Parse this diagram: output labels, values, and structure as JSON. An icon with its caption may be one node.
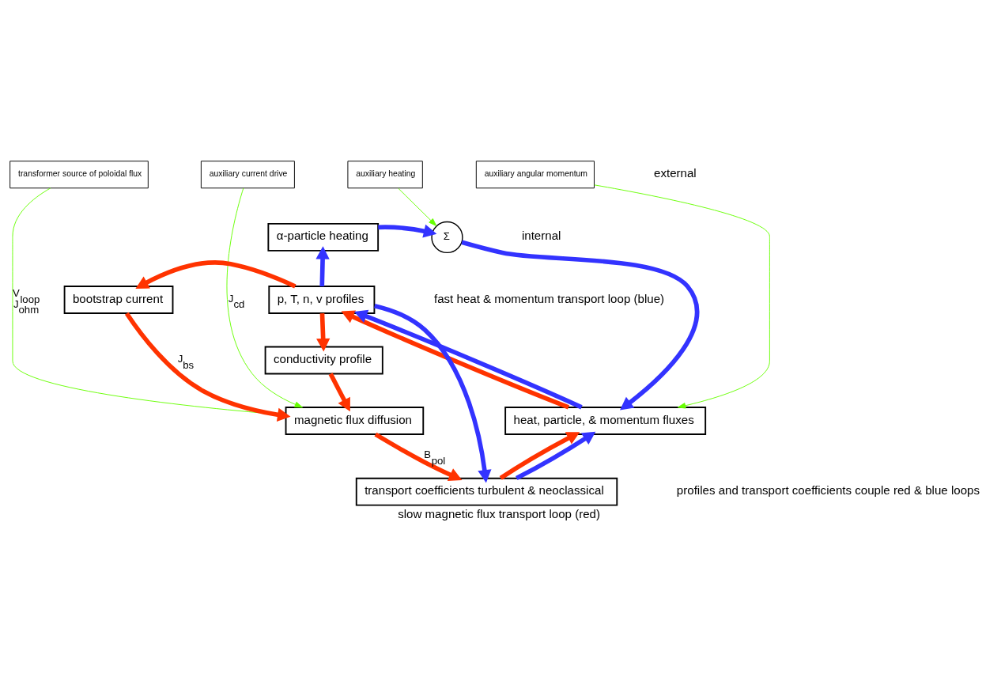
{
  "diagram": {
    "caption": "slow magnetic flux transport loop (red)",
    "nodes": [
      {
        "text": [
          "transformer source of poloidal flux"
        ]
      },
      {
        "text": [
          "auxiliary current drive"
        ]
      },
      {
        "text": [
          "auxiliary heating"
        ]
      },
      {
        "text": [
          "auxiliary angular momentum"
        ]
      },
      {
        "text": [
          "α-particle heating"
        ]
      },
      {
        "text": [
          "Σ"
        ]
      },
      {
        "text": [
          "bootstrap current"
        ]
      },
      {
        "text": [
          "p, T, n, v profiles"
        ]
      },
      {
        "text": [
          "conductivity profile"
        ]
      },
      {
        "text": [
          "magnetic flux diffusion"
        ]
      },
      {
        "text": [
          "heat, particle, & momentum fluxes"
        ]
      },
      {
        "text": [
          "transport coefficients turbulent & neoclassical"
        ]
      }
    ],
    "edges": [
      {
        "from": 0,
        "to": 9,
        "arrow": "to",
        "label": "V$_{loop}$ J$_{ohm}$",
        "color": "#66ff00"
      },
      {
        "from": 1,
        "to": 9,
        "arrow": "to",
        "label": "J$_{cd}$",
        "color": "#66ff00"
      },
      {
        "from": 2,
        "to": 5,
        "arrow": "to",
        "color": "#66ff00"
      },
      {
        "from": 3,
        "to": 10,
        "arrow": "to",
        "color": "#66ff00"
      },
      {
        "from": 4,
        "to": 5,
        "arrow": "to",
        "color": "#3333ff"
      },
      {
        "from": 5,
        "to": 10,
        "arrow": "to",
        "color": "#3333ff"
      },
      {
        "from": 7,
        "to": 4,
        "arrow": "to",
        "color": "#3333ff"
      },
      {
        "from": 7,
        "to": 6,
        "arrow": "to",
        "color": "#ff3300"
      },
      {
        "from": 7,
        "to": 8,
        "arrow": "to",
        "color": "#ff3300"
      },
      {
        "from": 6,
        "to": 9,
        "arrow": "to",
        "label": "J$_{bs}$",
        "color": "#ff3300"
      },
      {
        "from": 8,
        "to": 9,
        "arrow": "to",
        "color": "#ff3300"
      },
      {
        "from": 9,
        "to": 11,
        "arrow": "to",
        "label": "B$_{pol}$",
        "color": "#ff3300"
      },
      {
        "from": 10,
        "to": 7,
        "arrow": "to",
        "color": "#ff3300"
      },
      {
        "from": 10,
        "to": 7,
        "arrow": "to",
        "color": "#3333ff"
      },
      {
        "from": 11,
        "to": 10,
        "arrow": "to",
        "color": "#ff3300"
      },
      {
        "from": 11,
        "to": 10,
        "arrow": "to",
        "color": "#3333ff"
      },
      {
        "from": 7,
        "to": 11,
        "arrow": "to",
        "color": "#3333ff"
      }
    ],
    "labels": [
      "external",
      "internal",
      "fast heat & momentum transport loop (blue)",
      "profiles and transport coefficients couple red & blue loops"
    ]
  }
}
